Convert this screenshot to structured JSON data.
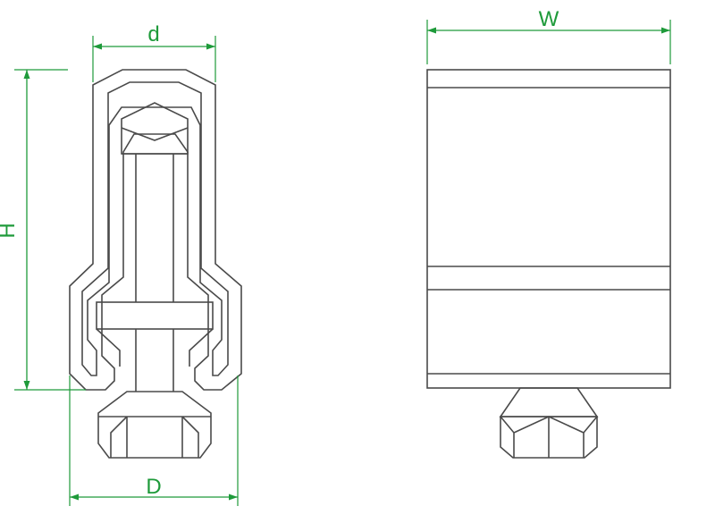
{
  "dimensions": {
    "d": "d",
    "H": "H",
    "D": "D",
    "W": "W"
  },
  "colors": {
    "dimension_line": "#1e9a3a",
    "outline": "#4a4a4a"
  }
}
